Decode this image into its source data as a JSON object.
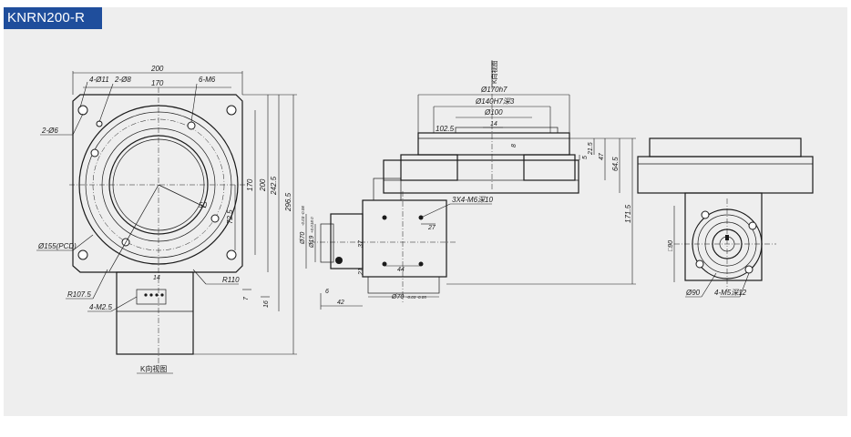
{
  "model": "KNRN200-R",
  "views": {
    "front": {
      "dims": {
        "d200": "200",
        "d170": "170",
        "hole_4_11": "4-Ø11",
        "hole_2_8": "2-Ø8",
        "hole_6_m6": "6-M6",
        "hole_2_6": "2-Ø6",
        "d50": "50",
        "d72_5": "72.5",
        "d170_v": "170",
        "d200_v": "200",
        "d242_5": "242.5",
        "d296_5": "296.5",
        "pcd": "Ø155(PCD)",
        "r107_5": "R107.5",
        "r110": "R110",
        "m2_5": "4-M2.5",
        "d14": "14",
        "d7": "7",
        "d16": "16"
      },
      "caption": "K向视图"
    },
    "side": {
      "label_k": "K向视图",
      "dims": {
        "d170h7": "Ø170h7",
        "d140h7": "Ø140H7深3",
        "d100": "Ø100",
        "d14": "14",
        "d102_5": "102.5",
        "d8": "8",
        "d21_5": "21.5",
        "d5": "5",
        "d47": "47",
        "d64_5": "64.5",
        "d171_5": "171.5",
        "m6": "3X4-M6深10",
        "d27": "27",
        "d70_v": "Ø70",
        "d70_tol": "-0.03 -0.08",
        "d19": "Ø19",
        "d19_tol": "+0.018 0",
        "d37": "37",
        "d21": "21",
        "d44": "44",
        "d42": "42",
        "d6": "6",
        "d70_h": "Ø70",
        "d70_h_tol": "-0.03 -0.05"
      }
    },
    "end": {
      "dims": {
        "sq90": "□90",
        "d90": "Ø90",
        "m5": "4-M5深12"
      }
    }
  }
}
